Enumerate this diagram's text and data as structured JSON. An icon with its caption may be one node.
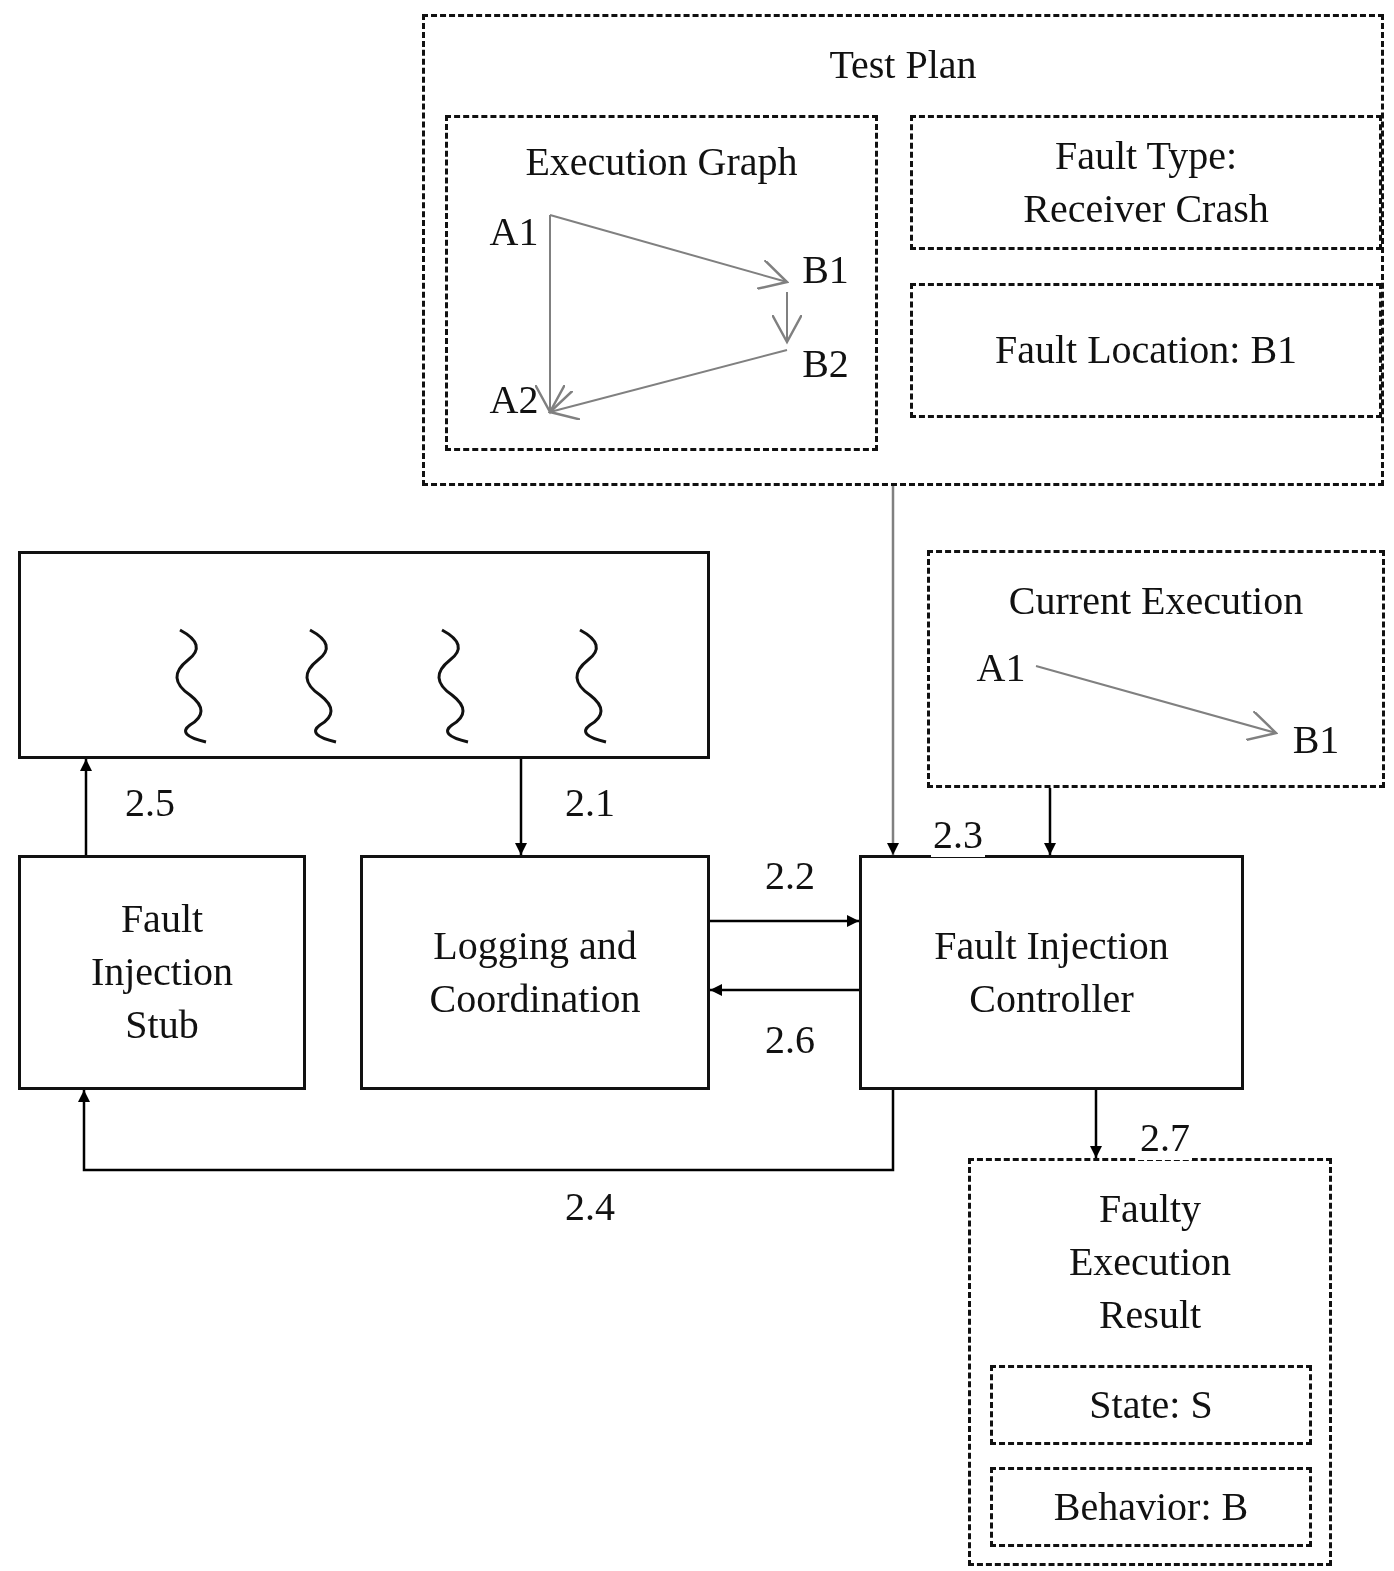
{
  "diagram": {
    "nodes": [
      {
        "text": [
          "Test Plan"
        ]
      },
      {
        "text": [
          "Execution Graph"
        ],
        "in": 0
      },
      {
        "text": [
          "A1"
        ],
        "in": 1
      },
      {
        "text": [
          "B1"
        ],
        "in": 1
      },
      {
        "text": [
          "B2"
        ],
        "in": 1
      },
      {
        "text": [
          "A2"
        ],
        "in": 1
      },
      {
        "text": [
          "Fault Type: Receiver Crash"
        ],
        "in": 0
      },
      {
        "text": [
          "Fault Location: B1"
        ],
        "in": 0
      },
      {
        "text": [],
        "shape": "box"
      },
      {
        "text": [
          "Current Execution"
        ]
      },
      {
        "text": [
          "A1"
        ],
        "in": 9
      },
      {
        "text": [
          "B1"
        ],
        "in": 9
      },
      {
        "text": [
          "Fault Injection Stub"
        ]
      },
      {
        "text": [
          "Logging and Coordination"
        ]
      },
      {
        "text": [
          "Fault Injection Controller"
        ]
      },
      {
        "text": [
          "Faulty Execution Result"
        ]
      },
      {
        "text": [
          "State: S"
        ],
        "in": 15
      },
      {
        "text": [
          "Behavior: B"
        ],
        "in": 15
      }
    ],
    "edges": [
      {
        "from": 2,
        "to": 3,
        "arrow": "to",
        "color": "#808080"
      },
      {
        "from": 3,
        "to": 4,
        "arrow": "to",
        "color": "#808080"
      },
      {
        "from": 4,
        "to": 5,
        "arrow": "to",
        "color": "#808080"
      },
      {
        "from": 2,
        "to": 5,
        "arrow": "to",
        "color": "#808080"
      },
      {
        "from": 10,
        "to": 11,
        "arrow": "to",
        "color": "#808080"
      },
      {
        "from": 0,
        "to": 14,
        "arrow": "to",
        "label": "2.3",
        "color": "#808080"
      },
      {
        "from": 9,
        "to": 14,
        "arrow": "to"
      },
      {
        "from": 8,
        "to": 13,
        "arrow": "to",
        "label": "2.1"
      },
      {
        "from": 13,
        "to": 14,
        "arrow": "to",
        "label": "2.2"
      },
      {
        "from": 14,
        "to": 13,
        "arrow": "to",
        "label": "2.6"
      },
      {
        "from": 14,
        "to": 12,
        "arrow": "to",
        "label": "2.4"
      },
      {
        "from": 12,
        "to": 8,
        "arrow": "to",
        "label": "2.5"
      },
      {
        "from": 14,
        "to": 15,
        "arrow": "to",
        "label": "2.7"
      }
    ]
  }
}
